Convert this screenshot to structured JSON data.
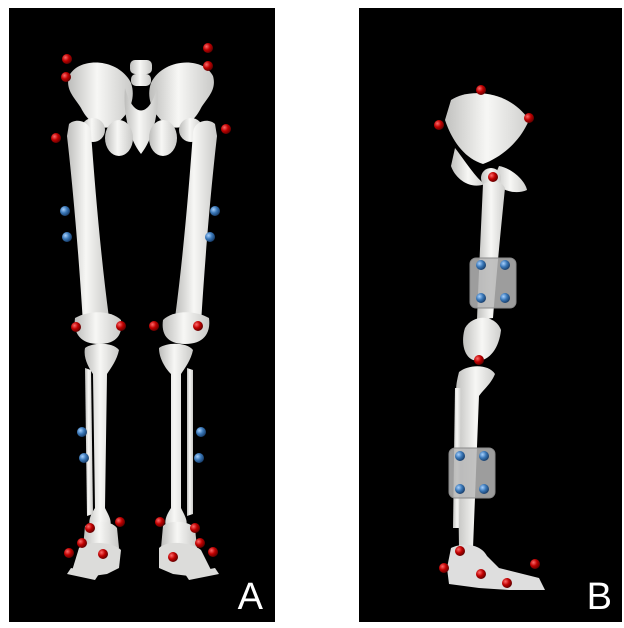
{
  "panels": [
    {
      "id": "A",
      "label": "A",
      "view": "anterior"
    },
    {
      "id": "B",
      "label": "B",
      "view": "lateral"
    }
  ],
  "colors": {
    "background": "#000000",
    "bone": "#ededeb",
    "anatomical_marker": "#c00000",
    "cluster_marker": "#3a78b8",
    "cluster_plate": "#b8b8b8"
  }
}
